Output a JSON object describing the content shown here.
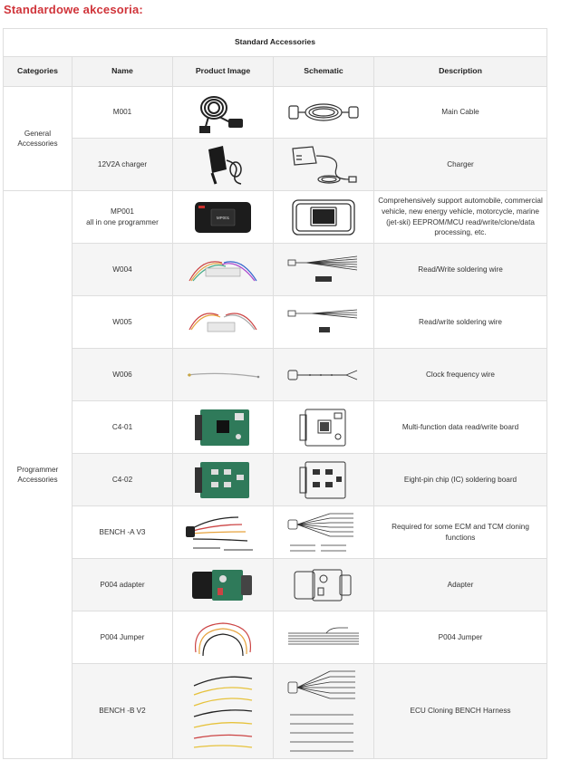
{
  "heading": "Standardowe akcesoria:",
  "table_title": "Standard Accessories",
  "columns": [
    "Categories",
    "Name",
    "Product Image",
    "Schematic",
    "Description"
  ],
  "categories": {
    "general": "General Accessories",
    "programmer": "Programmer Accessories"
  },
  "rows": [
    {
      "name": "M001",
      "name2": "",
      "desc": "Main Cable"
    },
    {
      "name": "12V2A charger",
      "name2": "",
      "desc": "Charger"
    },
    {
      "name": "MP001",
      "name2": "all in one programmer",
      "desc": "Comprehensively support automobile, commercial vehicle, new energy vehicle, motorcycle, marine (jet-ski) EEPROM/MCU read/write/clone/data processing, etc."
    },
    {
      "name": "W004",
      "name2": "",
      "desc": "Read/Write soldering wire"
    },
    {
      "name": "W005",
      "name2": "",
      "desc": "Read/write soldering wire"
    },
    {
      "name": "W006",
      "name2": "",
      "desc": "Clock frequency wire"
    },
    {
      "name": "C4-01",
      "name2": "",
      "desc": "Multi-function data read/write board"
    },
    {
      "name": "C4-02",
      "name2": "",
      "desc": "Eight-pin chip (IC) soldering board"
    },
    {
      "name": "BENCH -A V3",
      "name2": "",
      "desc": "Required for some ECM and TCM cloning functions"
    },
    {
      "name": "P004 adapter",
      "name2": "",
      "desc": "Adapter"
    },
    {
      "name": "P004 Jumper",
      "name2": "",
      "desc": "P004 Jumper"
    },
    {
      "name": "BENCH -B V2",
      "name2": "",
      "desc": "ECU Cloning BENCH Harness"
    }
  ],
  "device_label": "MP001"
}
